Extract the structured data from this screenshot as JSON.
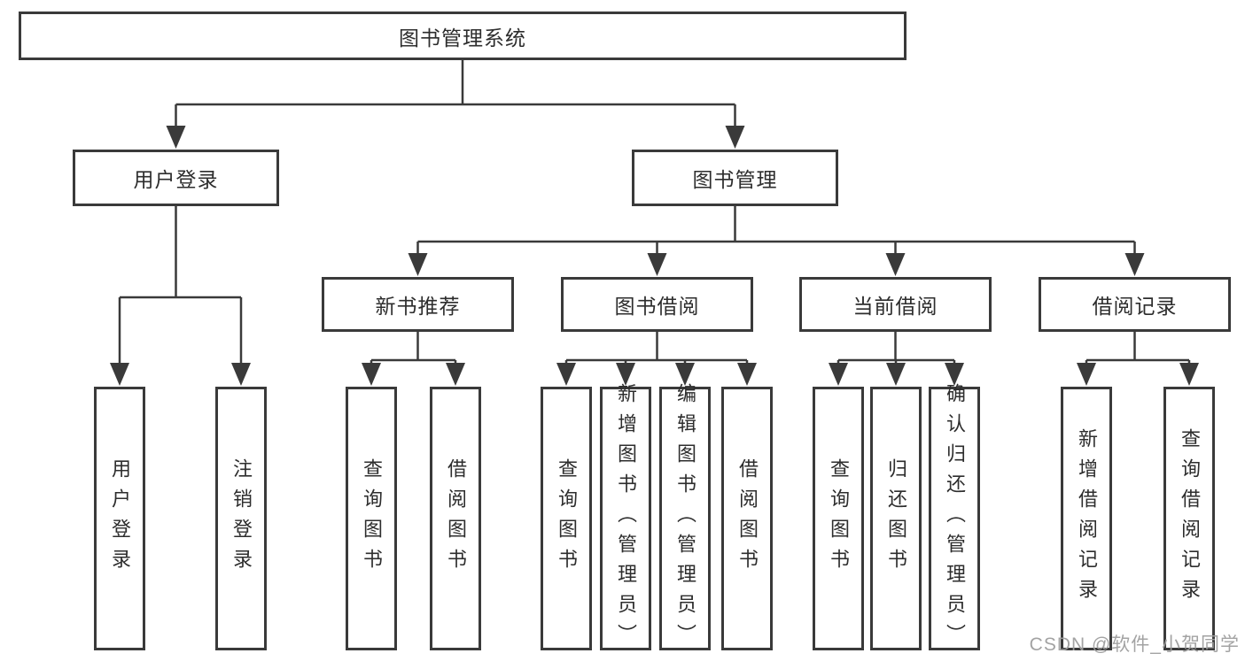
{
  "diagram": {
    "title": "图书管理系统",
    "level1": {
      "user_login": "用户登录",
      "book_management": "图书管理"
    },
    "level2": {
      "new_book_recommend": "新书推荐",
      "book_borrow": "图书借阅",
      "current_borrow": "当前借阅",
      "borrow_records": "借阅记录"
    },
    "leaves": {
      "user_login": "用户登录",
      "logout": "注销登录",
      "query_books_recommend": "查询图书",
      "borrow_books_recommend": "借阅图书",
      "query_books_borrow": "查询图书",
      "add_books_admin": "新增图书（管理员）",
      "edit_books_admin": "编辑图书（管理员）",
      "borrow_books_borrow": "借阅图书",
      "query_books_current": "查询图书",
      "return_books": "归还图书",
      "confirm_return_admin": "确认归还（管理员）",
      "add_borrow_record": "新增借阅记录",
      "query_borrow_record": "查询借阅记录"
    },
    "watermark": "CSDN @软件_小贺同学",
    "colors": {
      "line": "#3a3a3a",
      "text": "#2d2d2d",
      "watermark": "#9e9e9e"
    }
  }
}
